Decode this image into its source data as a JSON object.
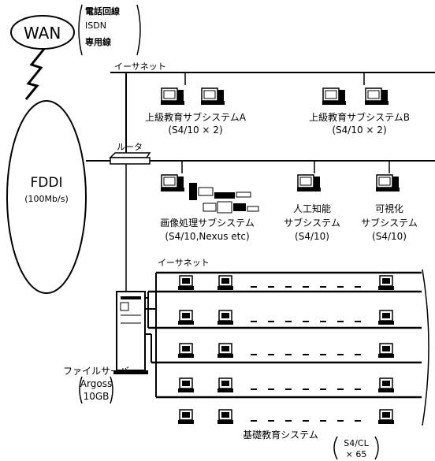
{
  "wan": {
    "label": "WAN",
    "links": [
      "電話回線",
      "ISDN",
      "専用線"
    ]
  },
  "fddi": {
    "label": "FDDI",
    "speed": "(100Mb/s)"
  },
  "router": {
    "label": "ルータ"
  },
  "ethernet_top": {
    "label": "イーサネット"
  },
  "ethernet_bottom": {
    "label": "イーサネット"
  },
  "subsystems": {
    "advanced_a": {
      "name": "上級教育サブシステムA",
      "spec": "(S4/10 × 2)"
    },
    "advanced_b": {
      "name": "上級教育サブシステムB",
      "spec": "(S4/10 × 2)"
    },
    "image": {
      "name": "画像処理サブシステム",
      "spec": "(S4/10,Nexus etc)"
    },
    "ai": {
      "name_line1": "人工知能",
      "name_line2": "サブシステム",
      "spec": "(S4/10)"
    },
    "vis": {
      "name_line1": "可視化",
      "name_line2": "サブシステム",
      "spec": "(S4/10)"
    }
  },
  "file_server": {
    "label": "ファイルサーバ",
    "spec_line1": "Argoss",
    "spec_line2": "10GB"
  },
  "basic": {
    "name": "基礎教育システム",
    "spec_line1": "S4/CL",
    "spec_line2": "× 65"
  },
  "colors": {
    "ink": "#000000",
    "paper": "#ffffff"
  }
}
